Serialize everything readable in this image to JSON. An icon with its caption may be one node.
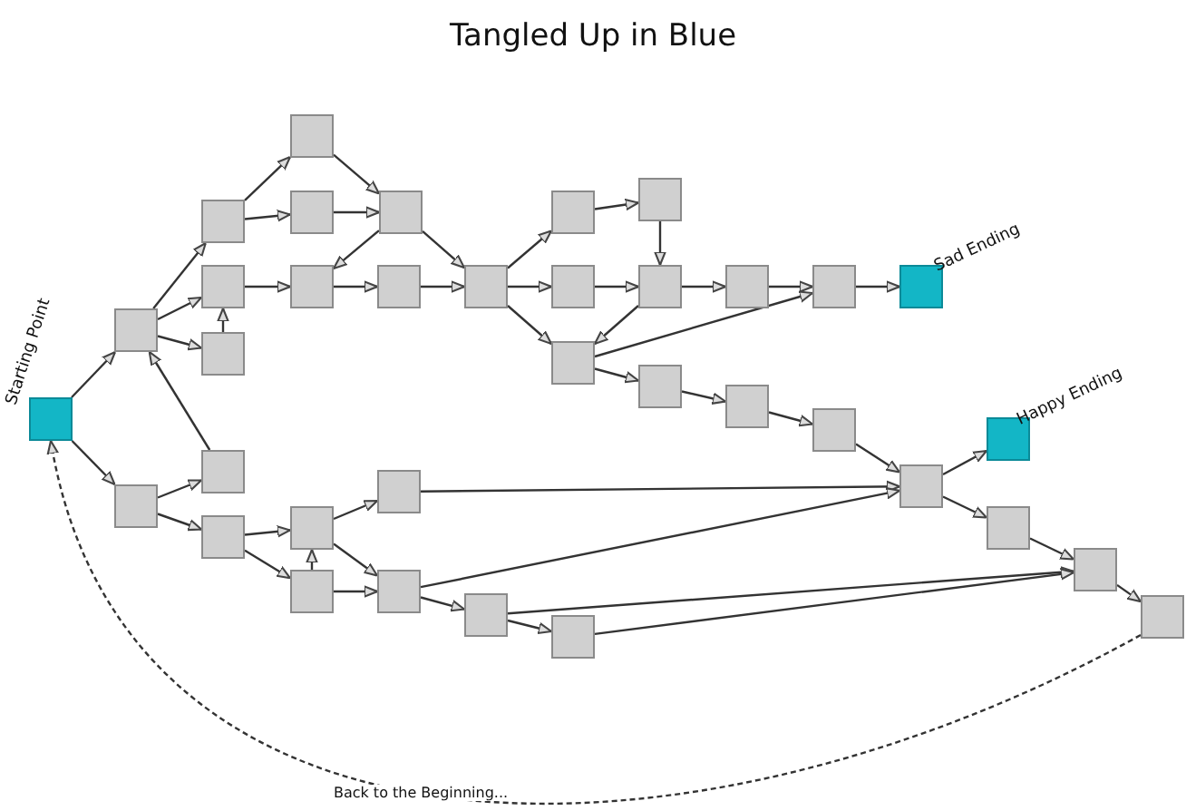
{
  "diagram": {
    "title": "Tangled Up in Blue",
    "nodes": [
      {
        "text": [
          "Starting Point"
        ]
      },
      {
        "text": [],
        "shape": "box"
      },
      {
        "text": [],
        "shape": "box"
      },
      {
        "text": [],
        "shape": "box"
      },
      {
        "text": [],
        "shape": "box"
      },
      {
        "text": [],
        "shape": "box"
      },
      {
        "text": [],
        "shape": "box"
      },
      {
        "text": [],
        "shape": "box"
      },
      {
        "text": [],
        "shape": "box"
      },
      {
        "text": [],
        "shape": "box"
      },
      {
        "text": [],
        "shape": "box"
      },
      {
        "text": [],
        "shape": "box"
      },
      {
        "text": [],
        "shape": "box"
      },
      {
        "text": [],
        "shape": "box"
      },
      {
        "text": [],
        "shape": "box"
      },
      {
        "text": [],
        "shape": "box"
      },
      {
        "text": [],
        "shape": "box"
      },
      {
        "text": [
          "Sad Ending"
        ]
      },
      {
        "text": [],
        "shape": "box"
      },
      {
        "text": [],
        "shape": "box"
      },
      {
        "text": [],
        "shape": "box"
      },
      {
        "text": [],
        "shape": "box"
      },
      {
        "text": [],
        "shape": "box"
      },
      {
        "text": [
          "Happy Ending"
        ]
      },
      {
        "text": [],
        "shape": "box"
      },
      {
        "text": [],
        "shape": "box"
      },
      {
        "text": [],
        "shape": "box"
      },
      {
        "text": [],
        "shape": "box"
      },
      {
        "text": [],
        "shape": "box"
      },
      {
        "text": [],
        "shape": "box"
      },
      {
        "text": [],
        "shape": "box"
      },
      {
        "text": [],
        "shape": "box"
      },
      {
        "text": [],
        "shape": "box"
      },
      {
        "text": [],
        "shape": "box"
      },
      {
        "text": [],
        "shape": "box"
      },
      {
        "text": [],
        "shape": "box"
      }
    ],
    "edges": [
      {
        "from": 0,
        "to": 1,
        "arrow": "to"
      },
      {
        "from": 1,
        "to": 2,
        "arrow": "to"
      },
      {
        "from": 1,
        "to": 3,
        "arrow": "to"
      },
      {
        "from": 1,
        "to": 4,
        "arrow": "to"
      },
      {
        "from": 4,
        "to": 3,
        "arrow": "to"
      },
      {
        "from": 2,
        "to": 5,
        "arrow": "to"
      },
      {
        "from": 2,
        "to": 6,
        "arrow": "to"
      },
      {
        "from": 5,
        "to": 7,
        "arrow": "to"
      },
      {
        "from": 6,
        "to": 7,
        "arrow": "to"
      },
      {
        "from": 7,
        "to": 8,
        "arrow": "to"
      },
      {
        "from": 3,
        "to": 8,
        "arrow": "to"
      },
      {
        "from": 8,
        "to": 9,
        "arrow": "to"
      },
      {
        "from": 9,
        "to": 10,
        "arrow": "to"
      },
      {
        "from": 7,
        "to": 10,
        "arrow": "to"
      },
      {
        "from": 10,
        "to": 11,
        "arrow": "to"
      },
      {
        "from": 10,
        "to": 13,
        "arrow": "to"
      },
      {
        "from": 10,
        "to": 18,
        "arrow": "to"
      },
      {
        "from": 11,
        "to": 12,
        "arrow": "to"
      },
      {
        "from": 12,
        "to": 14,
        "arrow": "to"
      },
      {
        "from": 13,
        "to": 14,
        "arrow": "to"
      },
      {
        "from": 14,
        "to": 15,
        "arrow": "to"
      },
      {
        "from": 15,
        "to": 16,
        "arrow": "to"
      },
      {
        "from": 16,
        "to": 17,
        "arrow": "to"
      },
      {
        "from": 14,
        "to": 18,
        "arrow": "to"
      },
      {
        "from": 18,
        "to": 16,
        "arrow": "to"
      },
      {
        "from": 18,
        "to": 19,
        "arrow": "to"
      },
      {
        "from": 19,
        "to": 20,
        "arrow": "to"
      },
      {
        "from": 20,
        "to": 21,
        "arrow": "to"
      },
      {
        "from": 21,
        "to": 22,
        "arrow": "to"
      },
      {
        "from": 22,
        "to": 23,
        "arrow": "to"
      },
      {
        "from": 22,
        "to": 24,
        "arrow": "to"
      },
      {
        "from": 24,
        "to": 25,
        "arrow": "to"
      },
      {
        "from": 25,
        "to": 26,
        "arrow": "to"
      },
      {
        "from": 0,
        "to": 27,
        "arrow": "to"
      },
      {
        "from": 27,
        "to": 28,
        "arrow": "to"
      },
      {
        "from": 27,
        "to": 29,
        "arrow": "to"
      },
      {
        "from": 28,
        "to": 1,
        "arrow": "to"
      },
      {
        "from": 29,
        "to": 30,
        "arrow": "to"
      },
      {
        "from": 29,
        "to": 31,
        "arrow": "to"
      },
      {
        "from": 31,
        "to": 30,
        "arrow": "to"
      },
      {
        "from": 30,
        "to": 32,
        "arrow": "to"
      },
      {
        "from": 30,
        "to": 33,
        "arrow": "to"
      },
      {
        "from": 31,
        "to": 33,
        "arrow": "to"
      },
      {
        "from": 32,
        "to": 22,
        "arrow": "to"
      },
      {
        "from": 33,
        "to": 22,
        "arrow": "to"
      },
      {
        "from": 33,
        "to": 34,
        "arrow": "to"
      },
      {
        "from": 34,
        "to": 35,
        "arrow": "to"
      },
      {
        "from": 34,
        "to": 25,
        "arrow": "to"
      },
      {
        "from": 35,
        "to": 25,
        "arrow": "to"
      },
      {
        "from": 26,
        "to": 0,
        "arrow": "to",
        "label": "Back to the Beginning...",
        "style": "dashed"
      }
    ]
  }
}
